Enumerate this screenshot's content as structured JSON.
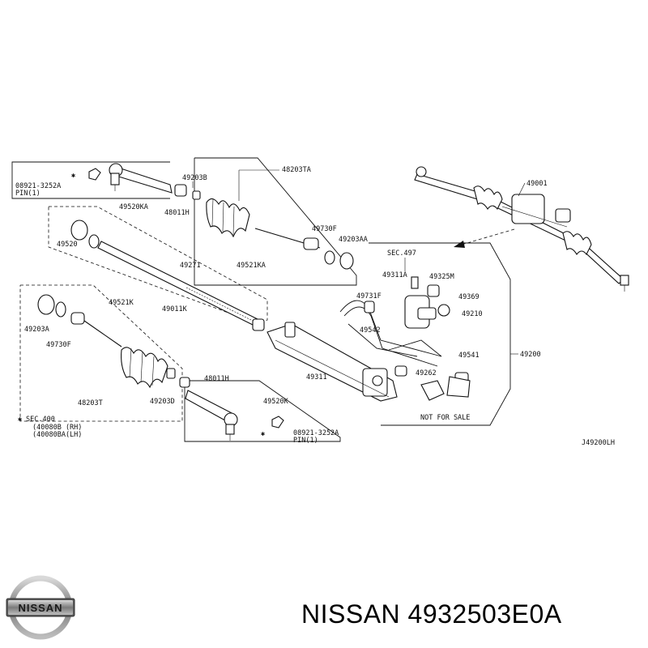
{
  "diagram": {
    "ref_code": "J49200LH",
    "labels": {
      "pin_top": "08921-3252A",
      "pin_top_sub": "PIN(1)",
      "p49520KA": "49520KA",
      "p48011H_top": "48011H",
      "p49203B": "49203B",
      "p48203TA": "48203TA",
      "p49520": "49520",
      "p49271": "49271",
      "p49730F_top": "49730F",
      "p49203AA": "49203AA",
      "p49521KA": "49521KA",
      "p49001": "49001",
      "sec497": "SEC.497",
      "p49311A": "49311A",
      "p49325M": "49325M",
      "p49369": "49369",
      "p49011K": "49011K",
      "p49521K": "49521K",
      "p49731F": "49731F",
      "p49210": "49210",
      "p49203A": "49203A",
      "p49730F_bot": "49730F",
      "p49542": "49542",
      "p49541": "49541",
      "p49200": "49200",
      "p49311": "49311",
      "p49262": "49262",
      "p48011H_bot": "48011H",
      "p48203T": "48203T",
      "p49203D": "49203D",
      "p49520K": "49520K",
      "not_for_sale": "NOT FOR SALE",
      "sec400": "SEC.400",
      "sec400_rh": "(40080B (RH)",
      "sec400_lh": "(40080BA(LH)",
      "pin_bot": "08921-3252A",
      "pin_bot_sub": "PIN(1)"
    }
  },
  "brand": {
    "logo_text": "NISSAN",
    "caption": "NISSAN 4932503E0A"
  }
}
